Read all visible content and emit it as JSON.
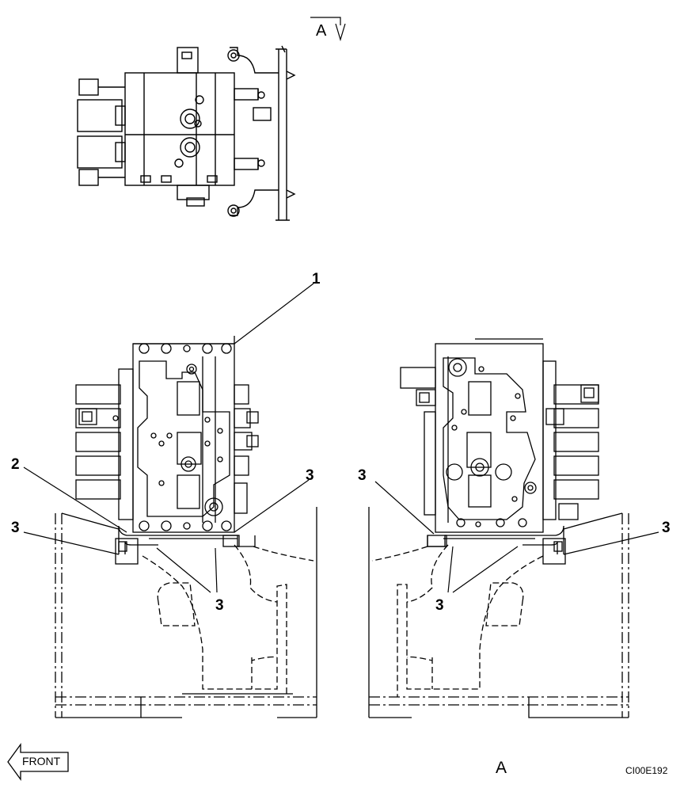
{
  "section_marker": {
    "letter": "A"
  },
  "view_label": "A",
  "drawing_code": "CI00E192",
  "front_indicator": {
    "label": "FRONT",
    "icon": "left-arrow-icon"
  },
  "callouts": {
    "c1": "1",
    "c2": "2",
    "c3a": "3",
    "c3b": "3",
    "c3c": "3",
    "c3d": "3",
    "c3e": "3",
    "c3f": "3"
  }
}
